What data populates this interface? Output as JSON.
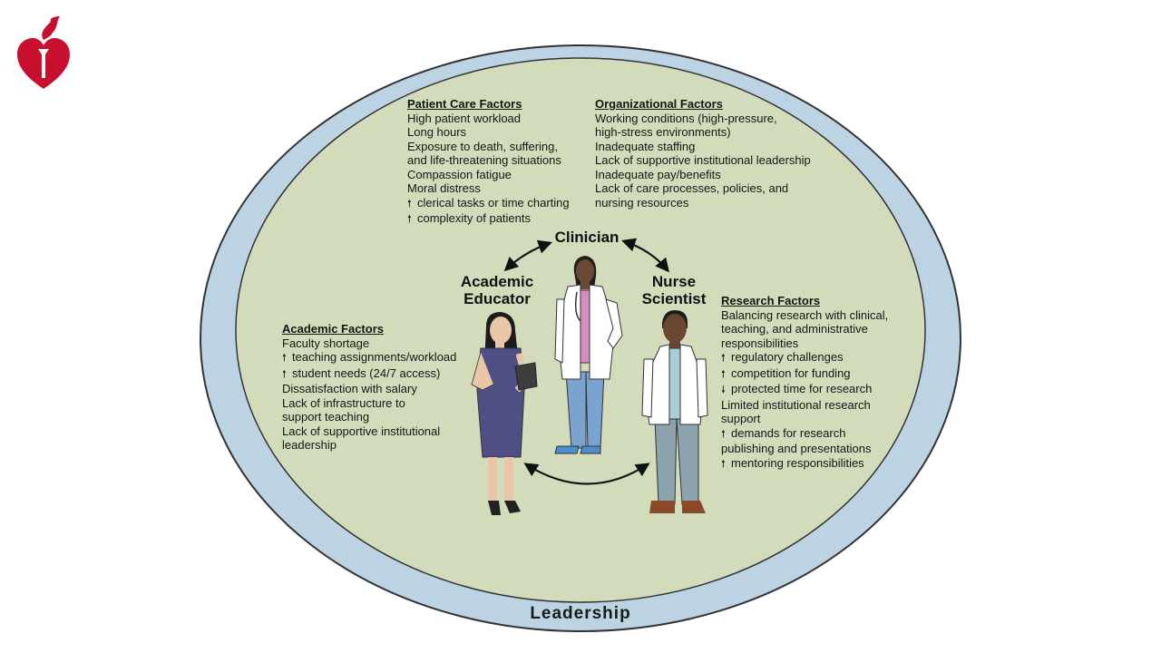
{
  "colors": {
    "outer_ring": "#bcd3e3",
    "inner_field": "#d2dcba",
    "outline": "#333333",
    "logo_red": "#c8102e",
    "educator_dress": "#4f4f86",
    "clinician_scrubs": "#7ba3cf",
    "clinician_top": "#d48dc0",
    "scientist_shirt": "#a6d0d6",
    "scientist_pants": "#8aa3ad"
  },
  "logo": {
    "icon": "heart-torch-icon"
  },
  "outer_label": "Leadership",
  "roles": {
    "clinician": [
      "Clinician"
    ],
    "educator": [
      "Academic",
      "Educator"
    ],
    "scientist": [
      "Nurse",
      "Scientist"
    ]
  },
  "patient_care": {
    "heading": "Patient Care Factors",
    "lines": [
      {
        "arrow": "",
        "text": "High patient workload"
      },
      {
        "arrow": "",
        "text": "Long hours"
      },
      {
        "arrow": "",
        "text": "Exposure to death, suffering,"
      },
      {
        "arrow": "",
        "text": "and life-threatening situations"
      },
      {
        "arrow": "",
        "text": "Compassion fatigue"
      },
      {
        "arrow": "",
        "text": "Moral distress"
      },
      {
        "arrow": "🠕",
        "text": "clerical tasks or time charting"
      },
      {
        "arrow": "🠕",
        "text": "complexity of patients"
      }
    ]
  },
  "organizational": {
    "heading": "Organizational Factors",
    "lines": [
      {
        "arrow": "",
        "text": "Working conditions (high-pressure,"
      },
      {
        "arrow": "",
        "text": "high-stress environments)"
      },
      {
        "arrow": "",
        "text": "Inadequate staffing"
      },
      {
        "arrow": "",
        "text": "Lack of supportive institutional leadership"
      },
      {
        "arrow": "",
        "text": "Inadequate pay/benefits"
      },
      {
        "arrow": "",
        "text": "Lack of care processes, policies, and"
      },
      {
        "arrow": "",
        "text": "nursing resources"
      }
    ]
  },
  "academic": {
    "heading": "Academic Factors",
    "lines": [
      {
        "arrow": "",
        "text": "Faculty shortage"
      },
      {
        "arrow": "🠕",
        "text": "teaching assignments/workload"
      },
      {
        "arrow": "🠕",
        "text": "student needs (24/7 access)"
      },
      {
        "arrow": "",
        "text": "Dissatisfaction with salary"
      },
      {
        "arrow": "",
        "text": "Lack of infrastructure to"
      },
      {
        "arrow": "",
        "text": "support teaching"
      },
      {
        "arrow": "",
        "text": "Lack of supportive institutional"
      },
      {
        "arrow": "",
        "text": "leadership"
      }
    ]
  },
  "research": {
    "heading": "Research Factors",
    "lines": [
      {
        "arrow": "",
        "text": "Balancing research with clinical,"
      },
      {
        "arrow": "",
        "text": "teaching, and administrative"
      },
      {
        "arrow": "",
        "text": "responsibilities"
      },
      {
        "arrow": "🠕",
        "text": "regulatory challenges"
      },
      {
        "arrow": "🠕",
        "text": "competition for funding"
      },
      {
        "arrow": "🠗",
        "text": "protected time for research"
      },
      {
        "arrow": "",
        "text": "Limited institutional research"
      },
      {
        "arrow": "",
        "text": "support"
      },
      {
        "arrow": "🠕",
        "text": "demands for research"
      },
      {
        "arrow": "",
        "text": "publishing and presentations"
      },
      {
        "arrow": "🠕",
        "text": "mentoring responsibilities"
      }
    ]
  }
}
